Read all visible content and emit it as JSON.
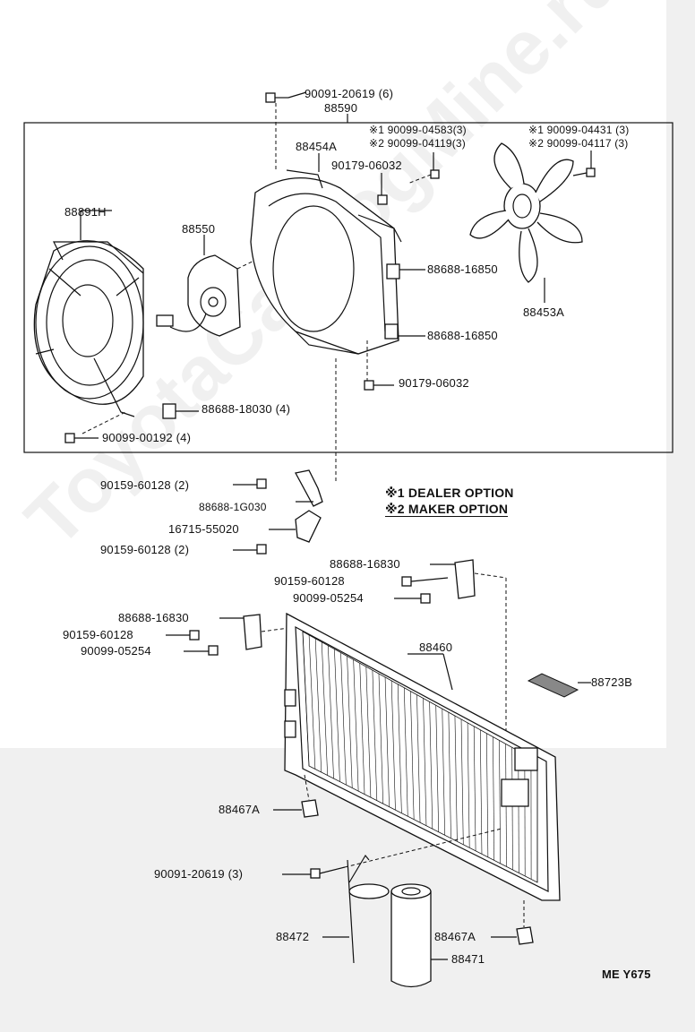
{
  "diagram": {
    "watermark": "ToyotaCatalogMine.ru",
    "box_label": "88590",
    "code": "ME  Y675",
    "legend": {
      "dealer_mark": "※1",
      "dealer_text": "DEALER OPTION",
      "maker_mark": "※2",
      "maker_text": "MAKER OPTION"
    },
    "labels": {
      "p90091_20619_6": "90091-20619 (6)",
      "p88454A": "88454A",
      "p90099_04583": "※1 90099-04583(3)",
      "p90099_04119": "※2 90099-04119(3)",
      "p90099_04431": "※1 90099-04431 (3)",
      "p90099_04117": "※2 90099-04117 (3)",
      "p90179_06032_a": "90179-06032",
      "p88891H": "88891H",
      "p88550": "88550",
      "p88688_16850_a": "88688-16850",
      "p88688_16850_b": "88688-16850",
      "p88453A": "88453A",
      "p90179_06032_b": "90179-06032",
      "p88688_18030": "88688-18030 (4)",
      "p90099_00192": "90099-00192 (4)",
      "p90159_60128_a": "90159-60128 (2)",
      "p88688_1G030": "88688-1G030",
      "p16715_55020": "16715-55020",
      "p90159_60128_b": "90159-60128 (2)",
      "p88688_16830_a": "88688-16830",
      "p90159_60128_c": "90159-60128",
      "p90099_05254_a": "90099-05254",
      "p88688_16830_b": "88688-16830",
      "p90159_60128_d": "90159-60128",
      "p90099_05254_b": "90099-05254",
      "p88460": "88460",
      "p88723B": "88723B",
      "p88467A_a": "88467A",
      "p90091_20619_3": "90091-20619 (3)",
      "p88472": "88472",
      "p88467A_b": "88467A",
      "p88471": "88471"
    }
  }
}
